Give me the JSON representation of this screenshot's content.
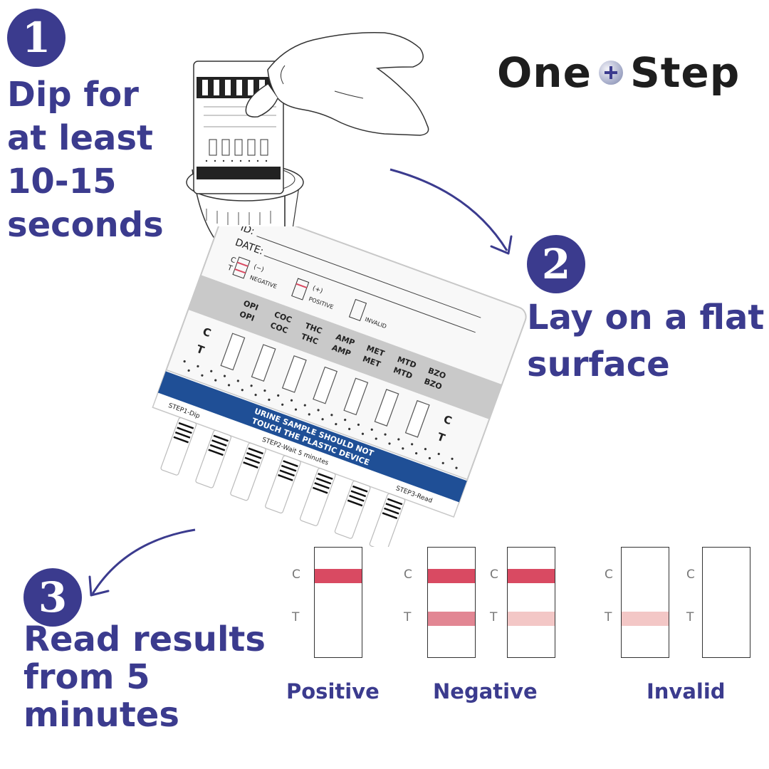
{
  "brand": {
    "word1": "One",
    "word2": "Step"
  },
  "steps": [
    {
      "number": "1",
      "lines": [
        "Dip for",
        "at least",
        "10-15",
        "seconds"
      ]
    },
    {
      "number": "2",
      "lines": [
        "Lay on a flat",
        "surface"
      ]
    },
    {
      "number": "3",
      "lines": [
        "Read results",
        "from 5",
        "minutes"
      ]
    }
  ],
  "device": {
    "id_label": "ID:",
    "date_label": "DATE:",
    "negative_sign": "(−)",
    "negative_label": "NEGATIVE",
    "positive_sign": "(+)",
    "positive_label": "POSITIVE",
    "invalid_label": "INVALID",
    "c_label": "C",
    "t_label": "T",
    "warning_line1": "URINE SAMPLE SHOULD NOT",
    "warning_line2": "TOUCH THE PLASTIC DEVICE",
    "step1": "STEP1-Dip",
    "step2": "STEP2-Wait 5 minutes",
    "step3": "STEP3-Read",
    "drugs": [
      "OPI",
      "COC",
      "THC",
      "AMP",
      "MET",
      "MTD",
      "BZO"
    ]
  },
  "results": {
    "c_label": "C",
    "t_label": "T",
    "positive": "Positive",
    "negative": "Negative",
    "invalid": "Invalid"
  },
  "colors": {
    "accent": "#3b3b8e",
    "band_strong": "#d94a62",
    "band_medium": "#e28693",
    "band_light": "#f3c7c6",
    "warning_bar": "#1f4f96"
  }
}
